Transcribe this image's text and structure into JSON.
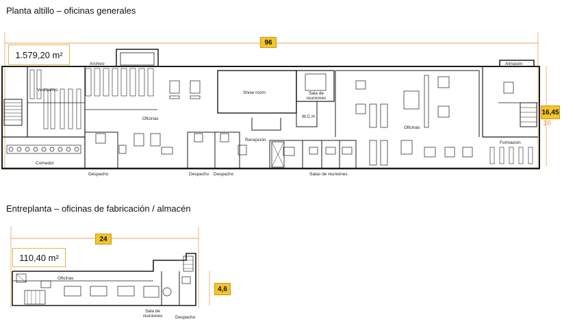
{
  "plan_top": {
    "title": "Planta altillo – oficinas generales",
    "area": "1.579,20 m²",
    "length": "96",
    "width": "16,45",
    "side_mark": "16",
    "rooms": {
      "archivo": "Archivo",
      "vestuarios": "Vestuarios",
      "comedor": "Comedor",
      "oficinas_left": "Oficinas",
      "show_room": "Show room",
      "sala_reuniones": "Sala de reuniones",
      "wc": "W.C.H",
      "recepcion": "Recepción",
      "oficinas_right": "Oficinas",
      "almacen": "Almacén",
      "formacion": "Formación"
    },
    "bottom_labels": {
      "despacho_1": "Despacho",
      "despacho_2": "Despacho",
      "despacho_3": "Despacho",
      "salas_reuniones": "Salas de reuniones"
    }
  },
  "plan_bottom": {
    "title": "Entreplanta – oficinas de fabricación / almacén",
    "area": "110,40 m²",
    "length": "24",
    "width": "4,6",
    "rooms": {
      "oficinas": "Oficinas",
      "sala_reuniones": "Sala de reuniones",
      "despacho": "Despacho"
    }
  },
  "colors": {
    "badge": "#f3c52a",
    "dimension_line": "#e7a05a",
    "wall": "#1a1a1a"
  }
}
